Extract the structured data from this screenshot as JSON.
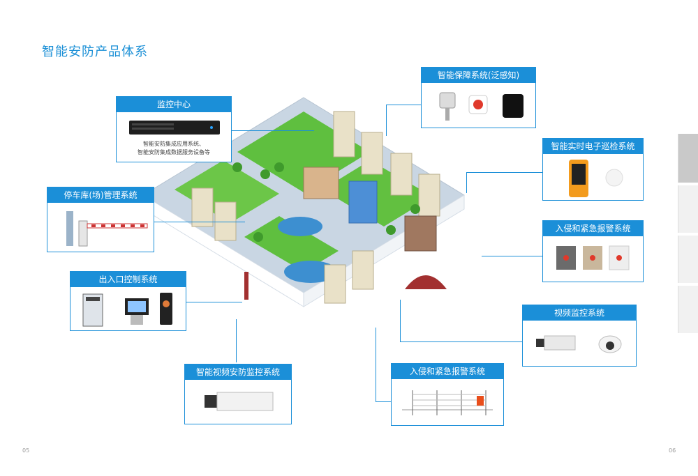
{
  "page": {
    "title": "智能安防产品体系",
    "page_left": "05",
    "page_right": "06"
  },
  "cards": {
    "monitor_center": {
      "title": "监控中心",
      "note_line1": "智能安防集成应用系统、",
      "note_line2": "智能安防集成数据服务设备等",
      "device": "server-rack-icon"
    },
    "parking": {
      "title": "停车库(场)管理系统",
      "device": "barrier-gate-icon"
    },
    "access": {
      "title": "出入口控制系统",
      "device": "turnstile-terminal-icon"
    },
    "video_ai": {
      "title": "智能视频安防监控系统",
      "device": "box-camera-icon"
    },
    "intrusion_bottom": {
      "title": "入侵和紧急报警系统",
      "device": "electric-fence-icon"
    },
    "guarantee": {
      "title": "智能保障系统(泛感知)",
      "device": "sensor-set-icon"
    },
    "patrol": {
      "title": "智能实时电子巡检系统",
      "device": "patrol-handheld-icon"
    },
    "intrusion_right": {
      "title": "入侵和紧急报警系统",
      "device": "alarm-buttons-icon"
    },
    "video": {
      "title": "视频监控系统",
      "device": "cameras-icon"
    }
  },
  "colors": {
    "accent": "#1b8fd8",
    "grass": "#5fbf3f",
    "road": "#c9d6e3",
    "building": "#e9e1c8",
    "water": "#3d8fd0"
  }
}
